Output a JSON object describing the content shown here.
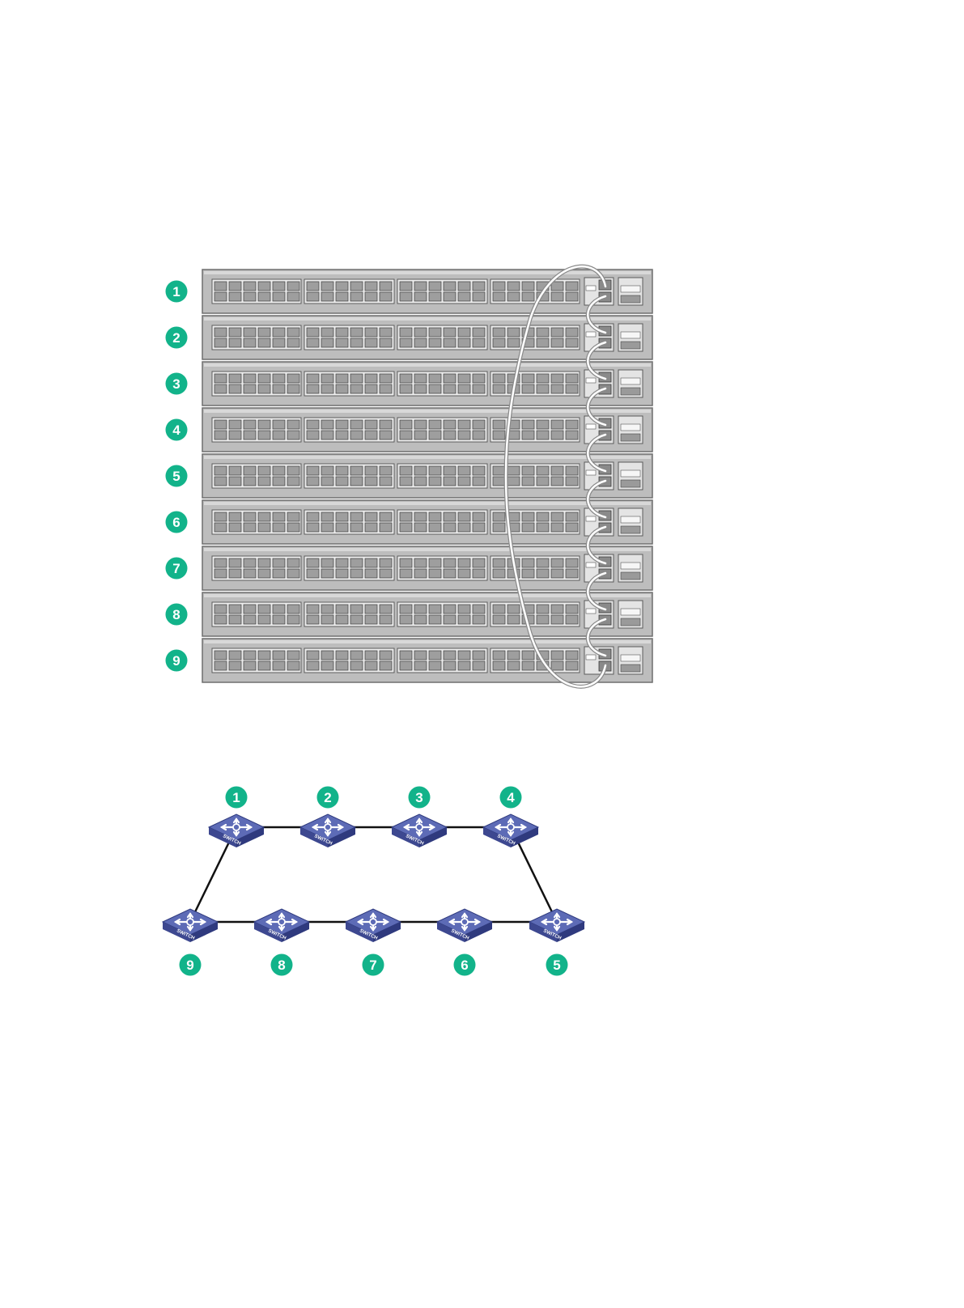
{
  "rack": {
    "units": [
      {
        "badge": "1"
      },
      {
        "badge": "2"
      },
      {
        "badge": "3"
      },
      {
        "badge": "4"
      },
      {
        "badge": "5"
      },
      {
        "badge": "6"
      },
      {
        "badge": "7"
      },
      {
        "badge": "8"
      },
      {
        "badge": "9"
      }
    ]
  },
  "topology": {
    "switch_label": "SWITCH",
    "nodes": [
      {
        "badge": "1"
      },
      {
        "badge": "2"
      },
      {
        "badge": "3"
      },
      {
        "badge": "4"
      },
      {
        "badge": "5"
      },
      {
        "badge": "6"
      },
      {
        "badge": "7"
      },
      {
        "badge": "8"
      },
      {
        "badge": "9"
      }
    ],
    "links": [
      [
        1,
        2
      ],
      [
        2,
        3
      ],
      [
        3,
        4
      ],
      [
        4,
        5
      ],
      [
        5,
        6
      ],
      [
        6,
        7
      ],
      [
        7,
        8
      ],
      [
        8,
        9
      ],
      [
        9,
        1
      ]
    ]
  },
  "colors": {
    "badge": "#12b38a",
    "switch_top": "#5d6bb6",
    "switch_side": "#3d4890",
    "rack_face": "#bdbdbd",
    "rack_frame": "#6e6e6e",
    "cable": "#8a8a8a",
    "link": "#111111"
  }
}
